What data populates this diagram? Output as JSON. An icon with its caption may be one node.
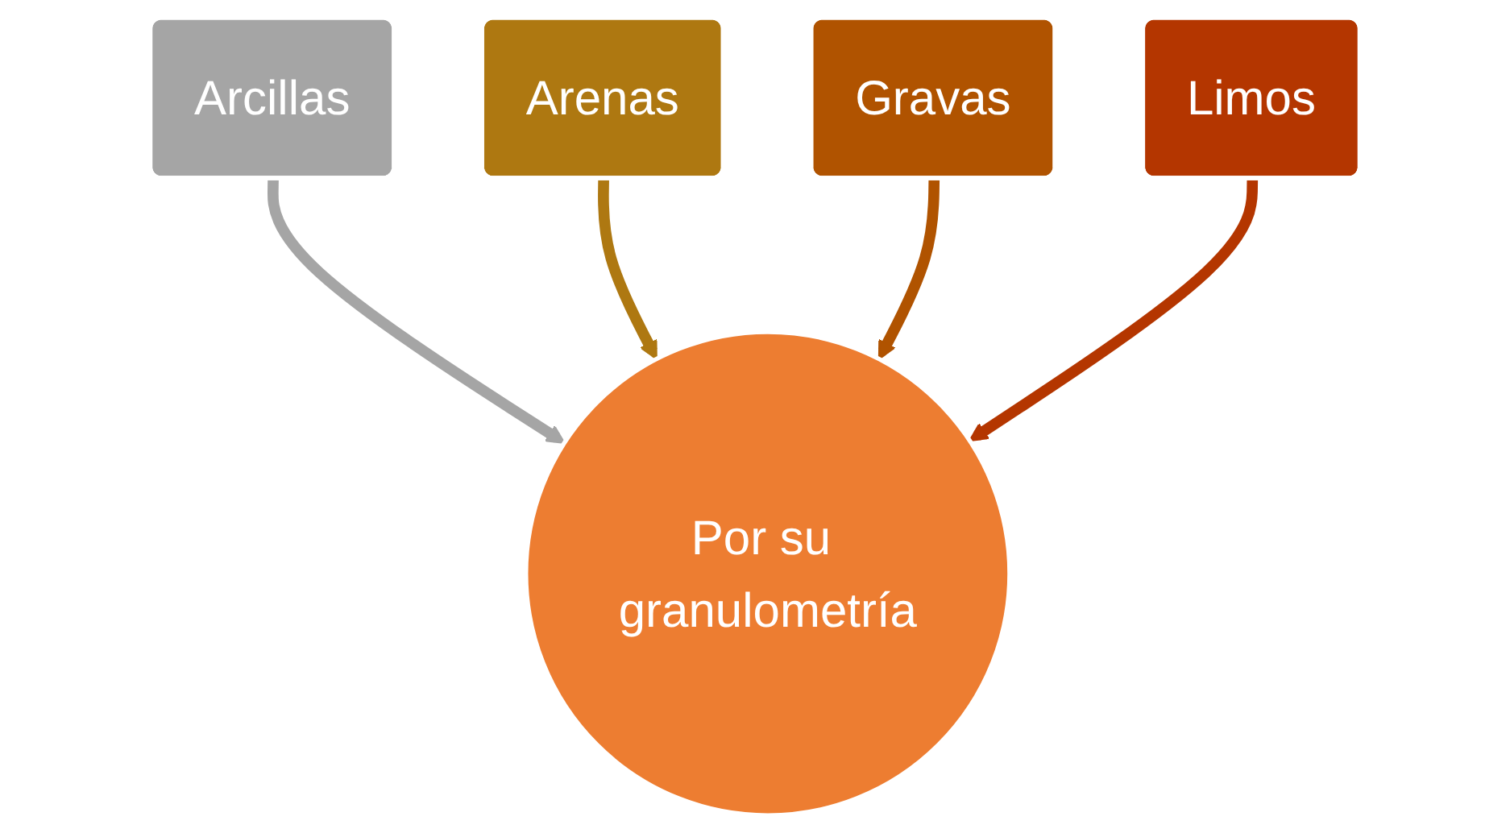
{
  "diagram": {
    "nodes": [
      {
        "text": [
          "Por su granulometría"
        ]
      },
      {
        "text": [
          "Arcillas"
        ]
      },
      {
        "text": [
          "Arenas"
        ]
      },
      {
        "text": [
          "Gravas"
        ]
      },
      {
        "text": [
          "Limos"
        ]
      }
    ],
    "edges": [
      {
        "from": 1,
        "to": 0,
        "arrow": "to",
        "color": "#a5a5a5"
      },
      {
        "from": 2,
        "to": 0,
        "arrow": "to",
        "color": "#ae7811"
      },
      {
        "from": 3,
        "to": 0,
        "arrow": "to",
        "color": "#b05300"
      },
      {
        "from": 4,
        "to": 0,
        "arrow": "to",
        "color": "#b43600"
      }
    ]
  }
}
